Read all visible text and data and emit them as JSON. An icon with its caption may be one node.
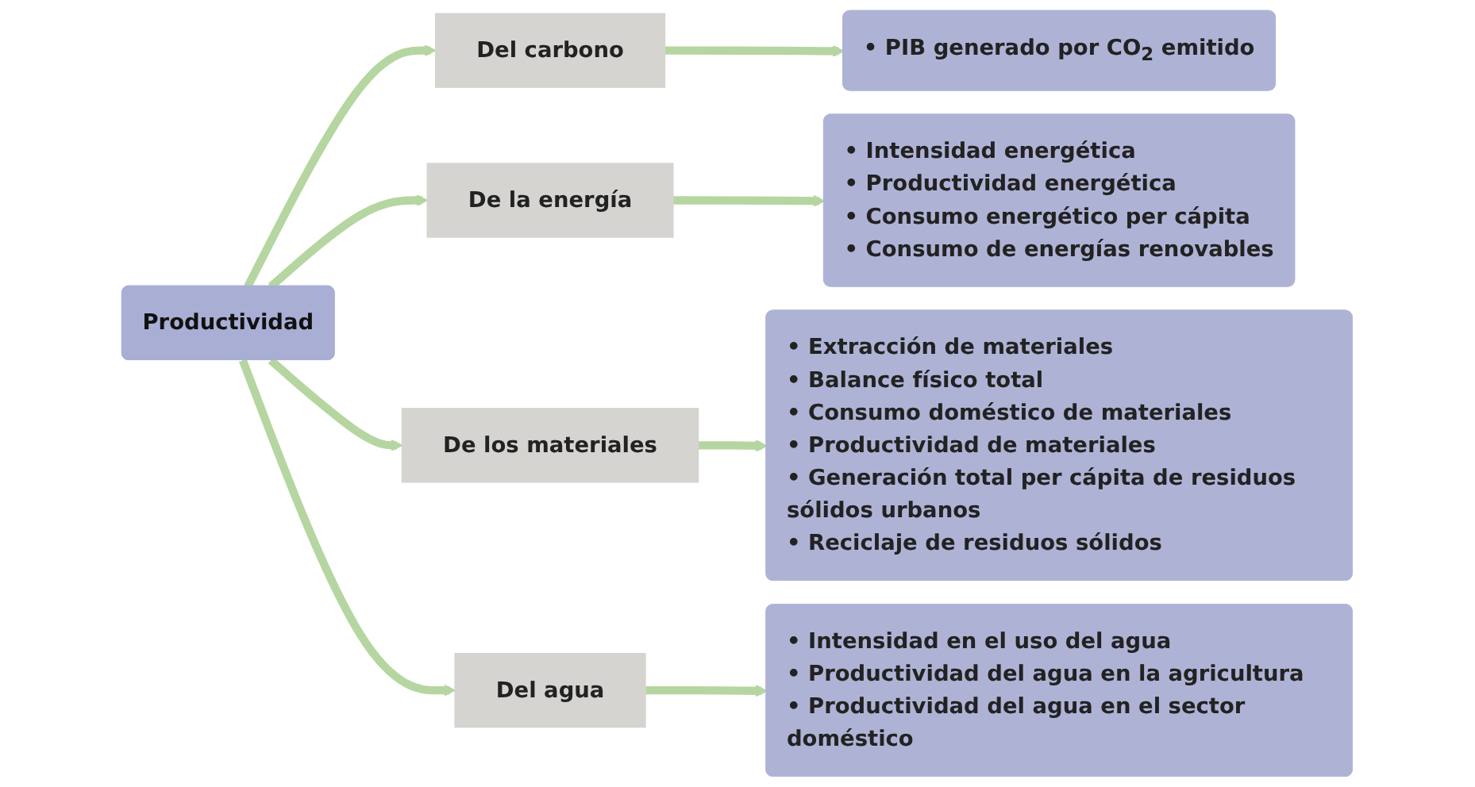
{
  "diagram": {
    "nodes": [
      {
        "text": [
          "Productividad"
        ]
      },
      {
        "text": [
          "Del carbono"
        ]
      },
      {
        "text": [
          "De la energía"
        ]
      },
      {
        "text": [
          "De los materiales"
        ]
      },
      {
        "text": [
          "Del agua"
        ]
      },
      {
        "text": [
          "• PIB generado por CO$_{2}$ emitido"
        ]
      },
      {
        "text": [
          "• Intensidad energética",
          "• Productividad energética",
          "• Consumo energético per cápita",
          "• Consumo de energías renovables"
        ]
      },
      {
        "text": [
          "• Extracción de materiales",
          "• Balance físico total",
          "• Consumo doméstico de materiales",
          "• Productividad de materiales",
          "• Generación total per cápita de residuos sólidos urbanos",
          "• Reciclaje de residuos sólidos"
        ]
      },
      {
        "text": [
          "• Intensidad en el uso del agua",
          "• Productividad del agua en la agricultura",
          "• Productividad del agua en el sector doméstico"
        ]
      }
    ],
    "edges": [
      {
        "from": 0,
        "to": 1,
        "arrow": "to"
      },
      {
        "from": 0,
        "to": 2,
        "arrow": "to"
      },
      {
        "from": 0,
        "to": 3,
        "arrow": "to"
      },
      {
        "from": 0,
        "to": 4,
        "arrow": "to"
      },
      {
        "from": 1,
        "to": 5,
        "arrow": "to"
      },
      {
        "from": 2,
        "to": 6,
        "arrow": "to"
      },
      {
        "from": 3,
        "to": 7,
        "arrow": "to"
      },
      {
        "from": 4,
        "to": 8,
        "arrow": "to"
      }
    ]
  }
}
